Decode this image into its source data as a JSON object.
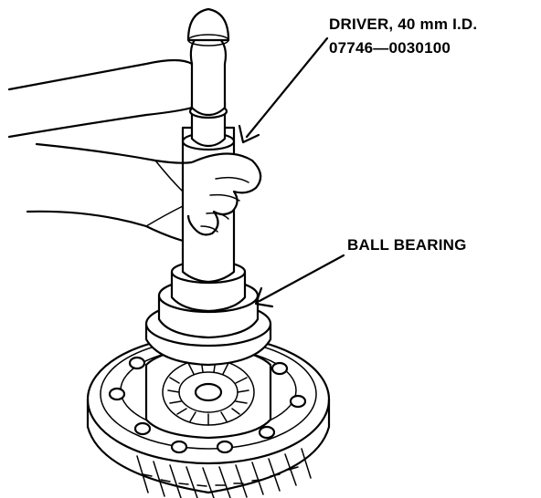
{
  "labels": {
    "driver_line1": "DRIVER, 40 mm I.D.",
    "driver_line2": "07746—0030100",
    "ball_bearing": "BALL BEARING"
  }
}
